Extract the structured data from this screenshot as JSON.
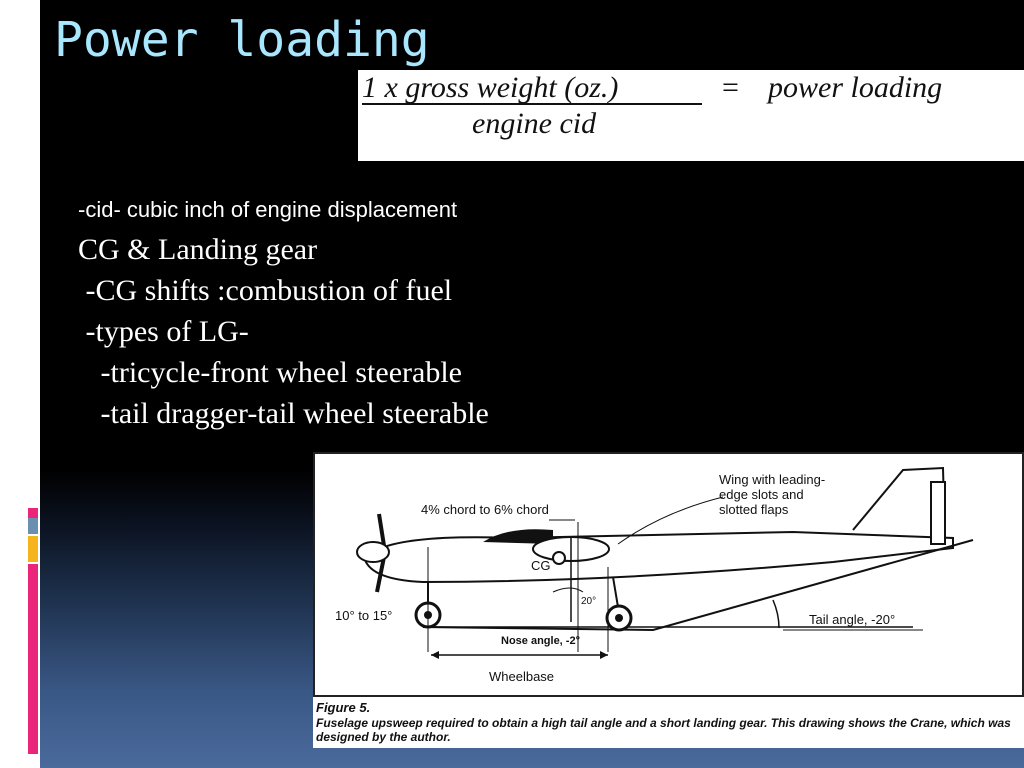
{
  "title": "Power loading",
  "colors": {
    "background": "#000000",
    "title": "#a9e7ff",
    "body_text": "#ffffff",
    "accent_bars": [
      "#e9267a",
      "#6a8fb0",
      "#f5b41d",
      "#e9267a"
    ]
  },
  "formula": {
    "numerator": "1 x gross weight (oz.)",
    "equals": "=",
    "result": "power loading",
    "denominator": "engine cid"
  },
  "definition": "-cid- cubic inch of engine displacement",
  "bullets": [
    "CG & Landing gear",
    " -CG shifts :combustion of fuel",
    " -types of LG-",
    "   -tricycle-front wheel steerable",
    "   -tail dragger-tail wheel steerable"
  ],
  "figure": {
    "labels": {
      "chord": "4% chord to 6% chord",
      "wing_line1": "Wing with leading-",
      "wing_line2": "edge slots and",
      "wing_line3": "slotted flaps",
      "cg": "CG",
      "angle_20": "20°",
      "nose_range": "10° to 15°",
      "tail_angle": "Tail angle, -20°",
      "nose_angle": "Nose angle, -2°",
      "wheelbase": "Wheelbase"
    },
    "title": "Figure 5.",
    "caption": "Fuselage upsweep required to obtain a high tail angle and a short landing gear. This drawing shows the Crane, which was designed by the author."
  }
}
